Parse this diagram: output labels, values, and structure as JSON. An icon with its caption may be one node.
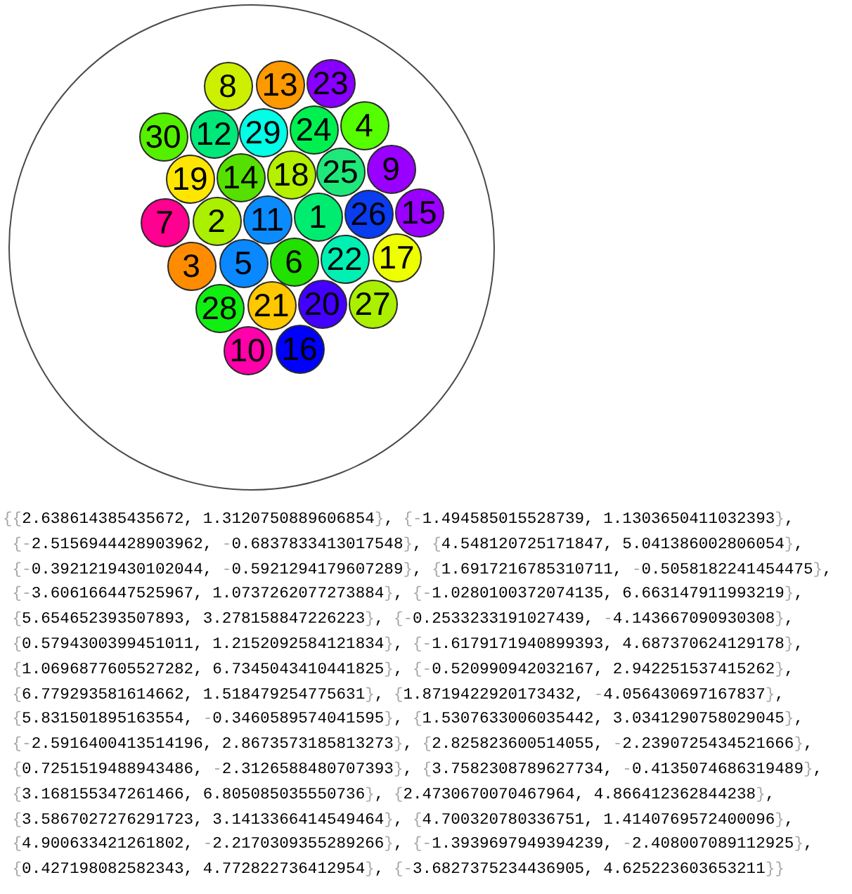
{
  "diagram": {
    "nodes": [
      {
        "text": [],
        "shape": "circle"
      },
      {
        "text": [
          "8"
        ],
        "in": 0
      },
      {
        "text": [
          "13"
        ],
        "in": 0
      },
      {
        "text": [
          "23"
        ],
        "in": 0
      },
      {
        "text": [
          "30"
        ],
        "in": 0
      },
      {
        "text": [
          "12"
        ],
        "in": 0
      },
      {
        "text": [
          "29"
        ],
        "in": 0
      },
      {
        "text": [
          "24"
        ],
        "in": 0
      },
      {
        "text": [
          "4"
        ],
        "in": 0
      },
      {
        "text": [
          "19"
        ],
        "in": 0
      },
      {
        "text": [
          "14"
        ],
        "in": 0
      },
      {
        "text": [
          "18"
        ],
        "in": 0
      },
      {
        "text": [
          "25"
        ],
        "in": 0
      },
      {
        "text": [
          "9"
        ],
        "in": 0
      },
      {
        "text": [
          "7"
        ],
        "in": 0
      },
      {
        "text": [
          "2"
        ],
        "in": 0
      },
      {
        "text": [
          "11"
        ],
        "in": 0
      },
      {
        "text": [
          "1"
        ],
        "in": 0
      },
      {
        "text": [
          "26"
        ],
        "in": 0
      },
      {
        "text": [
          "15"
        ],
        "in": 0
      },
      {
        "text": [
          "3"
        ],
        "in": 0
      },
      {
        "text": [
          "5"
        ],
        "in": 0
      },
      {
        "text": [
          "6"
        ],
        "in": 0
      },
      {
        "text": [
          "22"
        ],
        "in": 0
      },
      {
        "text": [
          "17"
        ],
        "in": 0
      },
      {
        "text": [
          "28"
        ],
        "in": 0
      },
      {
        "text": [
          "21"
        ],
        "in": 0
      },
      {
        "text": [
          "20"
        ],
        "in": 0
      },
      {
        "text": [
          "27"
        ],
        "in": 0
      },
      {
        "text": [
          "10"
        ],
        "in": 0
      },
      {
        "text": [
          "16"
        ],
        "in": 0
      }
    ],
    "labels": [
      "{{2.638614385435672, 1.3120750889606854}, {-1.494585015528739, 1.1303650411032393}, {-2.5156944428903962, -0.6837833413017548}, {4.548120725171847, 5.041386002806054}, {-0.3921219430102044, -0.5921294179607289}, {1.6917216785310711, -0.5058182241454475}, {-3.606166447525967, 1.0737262077273884}, {-1.0280100372074135, 6.663147911993219}, {5.654652393507893, 3.278158847226223}, {-0.2533233191027439, -4.143667090930308}, {0.5794300399451011, 1.2152092584121834}, {-1.6179171940899393, 4.687370624129178}, {1.0696877605527282, 6.7345043410441825}, {-0.520990942032167, 2.942251537415262}, {6.779293581614662, 1.518479254775631}, {1.8719422920173432, -4.056430697167837}, {5.831501895163554, -0.3460589574041595}, {1.5307633006035442, 3.0341290758029045}, {-2.5916400413514196, 2.8673573185813273}, {2.825823600514055, -2.2390725434521666}, {0.7251519488943486, -2.3126588480707393}, {3.7582308789627734, -0.4135074686319489}, {3.168155347261466, 6.805085035550736}, {2.4730670070467964, 4.866412362844238}, {3.5867027276291723, 3.1413366414549464}, {4.700320780336751, 1.4140769572400096}, {4.900633421261802, -2.2170309355289266}, {-1.3939697949394239, -2.408007089112925}, {0.427198082582343, 4.772822736412954}, {-3.6827375234436905, 4.625223603653211}}"
    ]
  }
}
